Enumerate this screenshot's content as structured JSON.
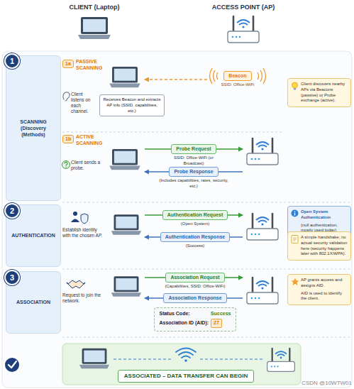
{
  "diagram": {
    "nodes": [
      {
        "text": [
          "SCANNING (Discovery (Methods)"
        ]
      },
      {
        "text": [
          "1"
        ]
      },
      {
        "text": [
          "1a"
        ]
      },
      {
        "text": [
          "Receives Beacon and extracts AP info (SSID, capabilities, etc.)"
        ]
      },
      {
        "text": [
          "Beacon",
          "SSID: Office-WiFi"
        ]
      },
      {
        "text": [
          "Client discovers nearby APs via Beacons (passive) or Probe exchange (active)."
        ]
      },
      {
        "text": [
          "1b"
        ]
      },
      {
        "text": [
          "Probe Request",
          "SSID: Office-WiFi (or Broadcast)"
        ]
      },
      {
        "text": [
          "Probe Response",
          "(Includes capabilities, rates, security, etc.)"
        ]
      },
      {
        "text": [
          "AUTHENTICATION"
        ]
      },
      {
        "text": [
          "2"
        ]
      },
      {
        "text": [
          "Authentication Request",
          "(Open System)"
        ]
      },
      {
        "text": [
          "Authentication Response",
          "(Success)"
        ]
      },
      {
        "text": [
          "Open System Authentication",
          "(null authentication, mostly used today)"
        ]
      },
      {
        "text": [
          "A simple handshake; no actual security validation here (security happens later with 802.1X/WPA)."
        ]
      },
      {
        "text": [
          "ASSOCIATION"
        ]
      },
      {
        "text": [
          "3"
        ]
      },
      {
        "text": [
          "Association Request",
          "(Capabilities, SSID: Office-WiFi)"
        ]
      },
      {
        "text": [
          "Association Response"
        ]
      },
      {
        "text": [
          "Status Code:",
          "Success",
          "Association ID (AID):"
        ]
      },
      {
        "text": [
          "27"
        ],
        "in": 19
      },
      {
        "text": [
          "AP grants access and assigns AID.",
          "AID is used to identify the client."
        ]
      },
      {
        "text": [
          "ASSOCIATED – DATA TRANSFER CAN BEGIN"
        ]
      }
    ],
    "labels": [
      "CLIENT (Laptop)",
      "ACCESS POINT (AP)",
      "PASSIVE SCANNING",
      "Client listens on each channel.",
      "ACTIVE SCANNING",
      "Client sends a probe.",
      "Establish identity with the chosen AP.",
      "Request to join the network.",
      "CSDN @10WTW01"
    ]
  }
}
